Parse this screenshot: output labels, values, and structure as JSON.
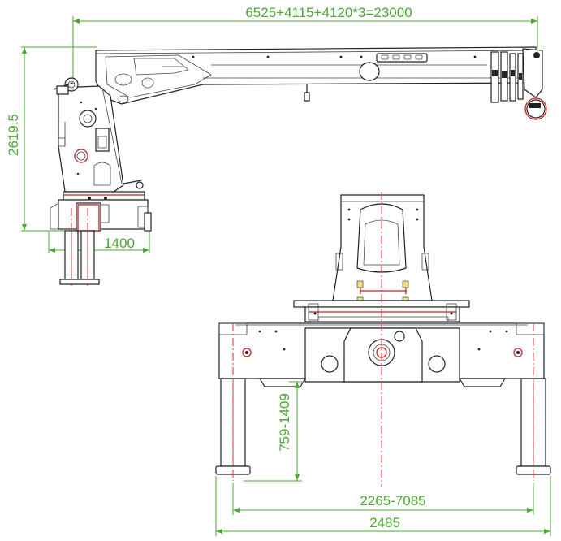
{
  "colors": {
    "dimension": "#4aa832",
    "centerline": "#dd3333",
    "outline": "#222222",
    "accent_red": "#c82020",
    "highlight_yellow": "#efe27a"
  },
  "dimensions": {
    "boom_total_length": "6525+4115+4120*3=23000",
    "crane_height": "2619.5",
    "base_width": "1400",
    "outrigger_leg_stroke": "759-1409",
    "outrigger_span_range": "2265-7085",
    "outrigger_overall_width": "2485"
  }
}
